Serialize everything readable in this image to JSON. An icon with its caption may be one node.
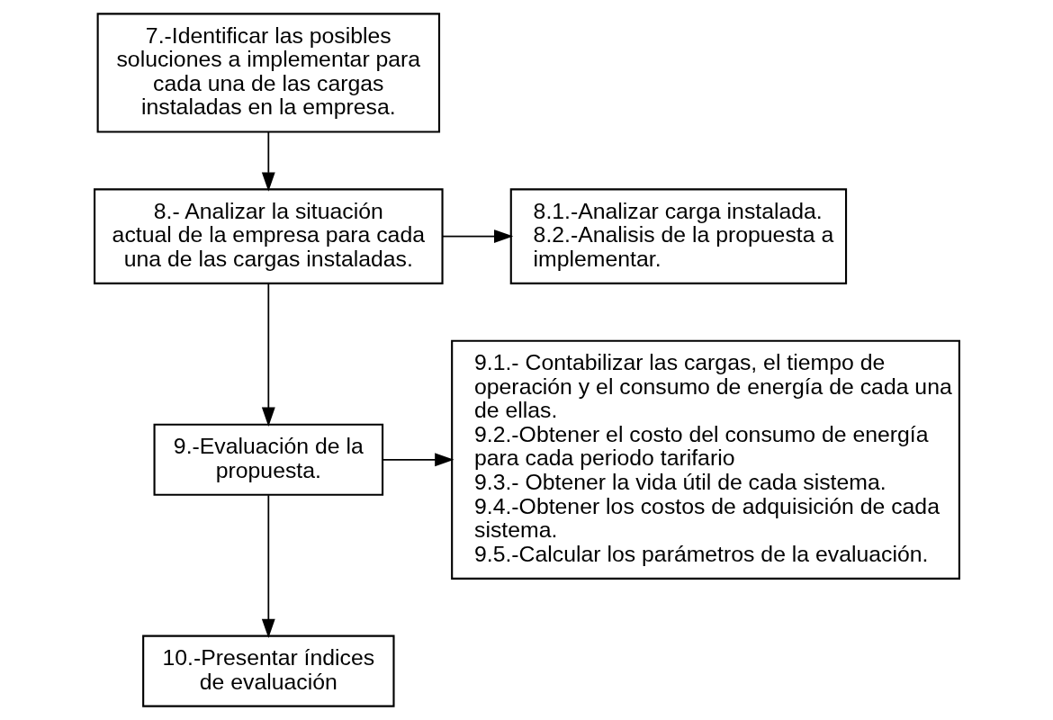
{
  "diagram": {
    "nodes": [
      {
        "text": [
          "7.-Identificar las posibles soluciones a implementar para cada una de las cargas instaladas en la empresa."
        ]
      },
      {
        "text": [
          "8.- Analizar la situación actual de la empresa para cada una de las cargas instaladas."
        ]
      },
      {
        "text": [
          "8.1.-Analizar carga instalada.",
          "8.2.-Analisis de la propuesta a implementar."
        ]
      },
      {
        "text": [
          "9.-Evaluación de la propuesta."
        ]
      },
      {
        "text": [
          "9.1.- Contabilizar las cargas, el tiempo de operación y el consumo de energía de cada una de ellas.",
          "9.2.-Obtener el costo del consumo de energía para cada periodo tarifario",
          "9.3.- Obtener la vida útil de cada sistema.",
          "9.4.-Obtener los costos de adquisición de cada sistema.",
          "9.5.-Calcular los parámetros de la evaluación."
        ]
      },
      {
        "text": [
          "10.-Presentar índices de evaluación"
        ]
      }
    ],
    "edges": [
      {
        "from": 0,
        "to": 1,
        "arrow": "to"
      },
      {
        "from": 1,
        "to": 3,
        "arrow": "to"
      },
      {
        "from": 1,
        "to": 2,
        "arrow": "to"
      },
      {
        "from": 3,
        "to": 5,
        "arrow": "to"
      },
      {
        "from": 3,
        "to": 4,
        "arrow": "to"
      }
    ]
  }
}
